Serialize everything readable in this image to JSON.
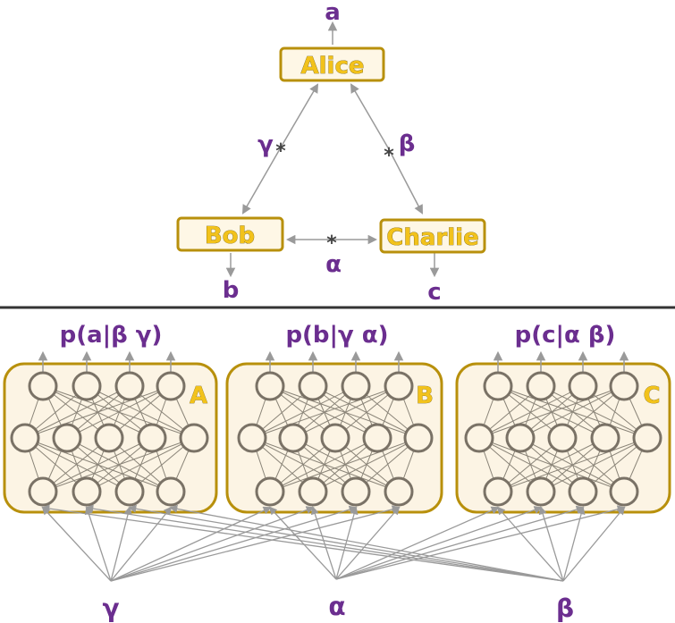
{
  "parties": {
    "alice": "Alice",
    "bob": "Bob",
    "charlie": "Charlie"
  },
  "outputs": {
    "a": "a",
    "b": "b",
    "c": "c"
  },
  "sources": {
    "gamma": "γ",
    "beta": "β",
    "alpha": "α"
  },
  "source_marker": "*",
  "networks": [
    {
      "letter": "A",
      "label": "p(a|β γ)"
    },
    {
      "letter": "B",
      "label": "p(b|γ α)"
    },
    {
      "letter": "C",
      "label": "p(c|α β)"
    }
  ],
  "colors": {
    "box_fill": "#fcf4e4",
    "box_stroke": "#b8900c",
    "party_fill": "#fef7e6",
    "text_purple": "#6b2e8f",
    "gold_text": "#f2c21b",
    "arrow_gray": "#9a9a9a",
    "neuron_stroke": "#7a7266",
    "divider": "#333333"
  }
}
